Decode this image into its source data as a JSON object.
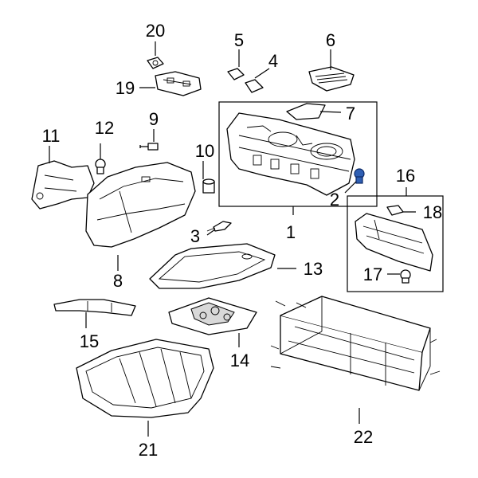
{
  "callouts": {
    "c1": "1",
    "c2": "2",
    "c3": "3",
    "c4": "4",
    "c5": "5",
    "c6": "6",
    "c7": "7",
    "c8": "8",
    "c9": "9",
    "c10": "10",
    "c11": "11",
    "c12": "12",
    "c13": "13",
    "c14": "14",
    "c15": "15",
    "c16": "16",
    "c17": "17",
    "c18": "18",
    "c19": "19",
    "c20": "20",
    "c21": "21",
    "c22": "22"
  },
  "colors": {
    "highlight": "#2f5fb3",
    "line": "#000000",
    "background": "#ffffff"
  }
}
